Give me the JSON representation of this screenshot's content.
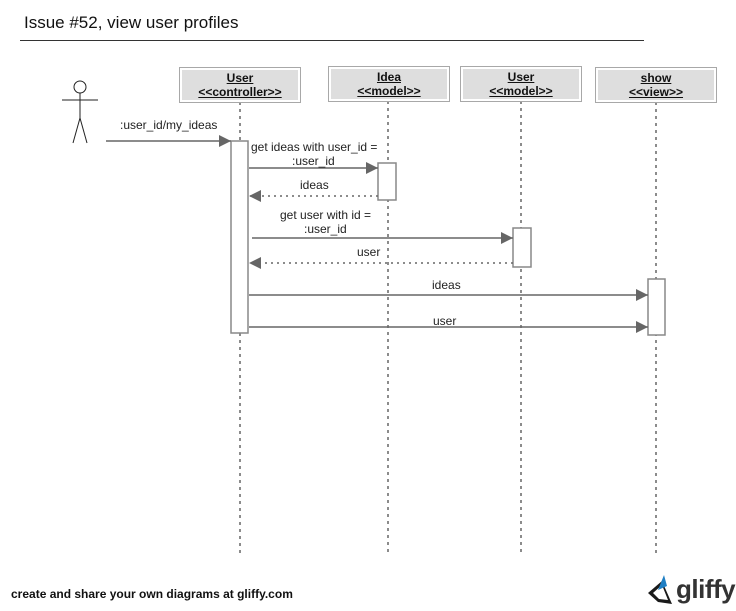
{
  "title": "Issue #52, view user profiles",
  "participants": [
    {
      "name": "User",
      "stereotype": "<<controller>>"
    },
    {
      "name": "Idea",
      "stereotype": "<<model>>"
    },
    {
      "name": "User",
      "stereotype": "<<model>>"
    },
    {
      "name": "show",
      "stereotype": "<<view>>"
    }
  ],
  "messages": {
    "m0": ":user_id/my_ideas",
    "m1_line1": "get ideas with user_id =",
    "m1_line2": ":user_id",
    "m2": "ideas",
    "m3_line1": "get user with id =",
    "m3_line2": ":user_id",
    "m4": "user",
    "m5": "ideas",
    "m6": "user"
  },
  "footer": {
    "text": "create and share your own diagrams at gliffy.com",
    "logo_text": "gliffy",
    "logo_icon": "gliffy-logo-icon"
  },
  "colors": {
    "line": "#666666",
    "box_fill": "#dedede",
    "activation_border": "#888888"
  }
}
